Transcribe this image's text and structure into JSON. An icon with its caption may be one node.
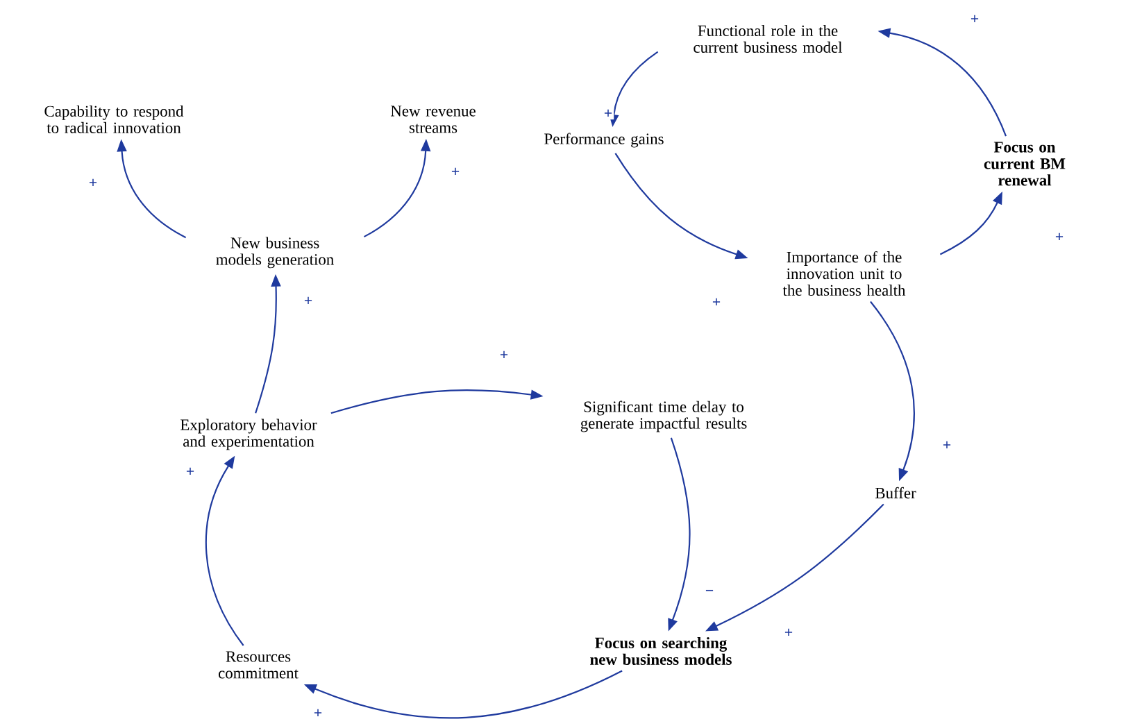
{
  "diagram": {
    "nodes": [
      {
        "text": [
          "Capability to respond to radical innovation"
        ]
      },
      {
        "text": [
          "New revenue streams"
        ]
      },
      {
        "text": [
          "Functional role in the current business model"
        ]
      },
      {
        "text": [
          "Performance gains"
        ]
      },
      {
        "text": [
          "Focus on current BM renewal"
        ]
      },
      {
        "text": [
          "New business models generation"
        ]
      },
      {
        "text": [
          "Importance of the innovation unit to the business health"
        ]
      },
      {
        "text": [
          "Exploratory behavior and experimentation"
        ]
      },
      {
        "text": [
          "Significant time delay to generate impactful results"
        ]
      },
      {
        "text": [
          "Buffer"
        ]
      },
      {
        "text": [
          "Focus on searching new business models"
        ]
      },
      {
        "text": [
          "Resources commitment"
        ]
      }
    ],
    "edges": [
      {
        "from": 5,
        "to": 0,
        "arrow": "to",
        "label": "+"
      },
      {
        "from": 5,
        "to": 1,
        "arrow": "to",
        "label": "+"
      },
      {
        "from": 2,
        "to": 3,
        "arrow": "to",
        "label": "+"
      },
      {
        "from": 3,
        "to": 6,
        "arrow": "to",
        "label": "+"
      },
      {
        "from": 6,
        "to": 4,
        "arrow": "to",
        "label": "+"
      },
      {
        "from": 4,
        "to": 2,
        "arrow": "to",
        "label": "+"
      },
      {
        "from": 6,
        "to": 9,
        "arrow": "to",
        "label": "+"
      },
      {
        "from": 7,
        "to": 5,
        "arrow": "to",
        "label": "+"
      },
      {
        "from": 7,
        "to": 8,
        "arrow": "to",
        "label": "+"
      },
      {
        "from": 8,
        "to": 10,
        "arrow": "to",
        "label": "−"
      },
      {
        "from": 9,
        "to": 10,
        "arrow": "to",
        "label": "+"
      },
      {
        "from": 10,
        "to": 11,
        "arrow": "to",
        "label": "+"
      },
      {
        "from": 11,
        "to": 7,
        "arrow": "to",
        "label": "+"
      }
    ]
  }
}
